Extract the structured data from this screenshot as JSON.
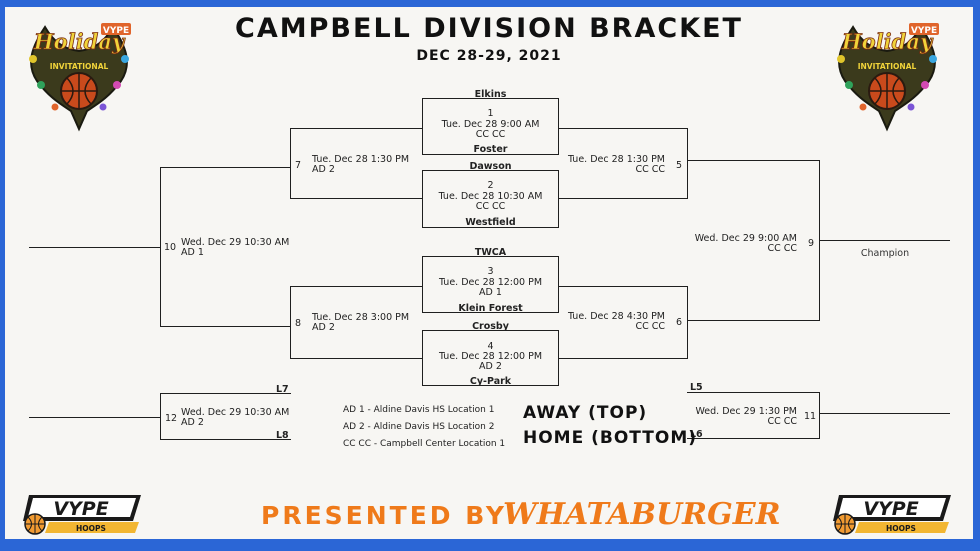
{
  "header": {
    "title": "CAMPBELL DIVISION BRACKET",
    "dates": "DEC 28-29, 2021",
    "logo_text": {
      "brand": "VYPE",
      "top": "Holiday",
      "bottom": "INVITATIONAL"
    }
  },
  "games": {
    "g1": {
      "num": "1",
      "time": "Tue. Dec 28 9:00 AM",
      "loc": "CC CC",
      "away": "Elkins",
      "home": "Foster"
    },
    "g2": {
      "num": "2",
      "time": "Tue. Dec 28 10:30 AM",
      "loc": "CC CC",
      "away": "Dawson",
      "home": "Westfield"
    },
    "g3": {
      "num": "3",
      "time": "Tue. Dec 28 12:00 PM",
      "loc": "AD 1",
      "away": "TWCA",
      "home": "Klein Forest"
    },
    "g4": {
      "num": "4",
      "time": "Tue. Dec 28 12:00 PM",
      "loc": "AD 2",
      "away": "Crosby",
      "home": "Cy-Park"
    },
    "g5": {
      "num": "5",
      "time": "Tue. Dec 28 1:30 PM",
      "loc": "CC CC"
    },
    "g6": {
      "num": "6",
      "time": "Tue. Dec 28 4:30 PM",
      "loc": "CC CC"
    },
    "g7": {
      "num": "7",
      "time": "Tue. Dec 28 1:30 PM",
      "loc": "AD 2"
    },
    "g8": {
      "num": "8",
      "time": "Tue. Dec 28 3:00 PM",
      "loc": "AD 2"
    },
    "g9": {
      "num": "9",
      "time": "Wed. Dec 29 9:00 AM",
      "loc": "CC CC"
    },
    "g10": {
      "num": "10",
      "time": "Wed. Dec 29 10:30 AM",
      "loc": "AD 1"
    },
    "g11": {
      "num": "11",
      "time": "Wed. Dec 29 1:30 PM",
      "loc": "CC CC",
      "top": "L5",
      "bottom": "L6"
    },
    "g12": {
      "num": "12",
      "time": "Wed. Dec 29 10:30 AM",
      "loc": "AD 2",
      "top": "L7",
      "bottom": "L8"
    }
  },
  "champion": "Champion",
  "legend": [
    "AD 1 - Aldine Davis HS Location 1",
    "AD 2 - Aldine Davis HS Location 2",
    "CC CC - Campbell Center Location 1"
  ],
  "away_label": "AWAY (TOP)",
  "home_label": "HOME (BOTTOM)",
  "footer": {
    "presented": "PRESENTED BY",
    "sponsor": "WHATABURGER",
    "vype_brand": "VYPE",
    "vype_sub": "HOOPS"
  },
  "colors": {
    "border": "#2b66d6",
    "orange": "#ef7a1a",
    "line": "#1f1f1f"
  }
}
